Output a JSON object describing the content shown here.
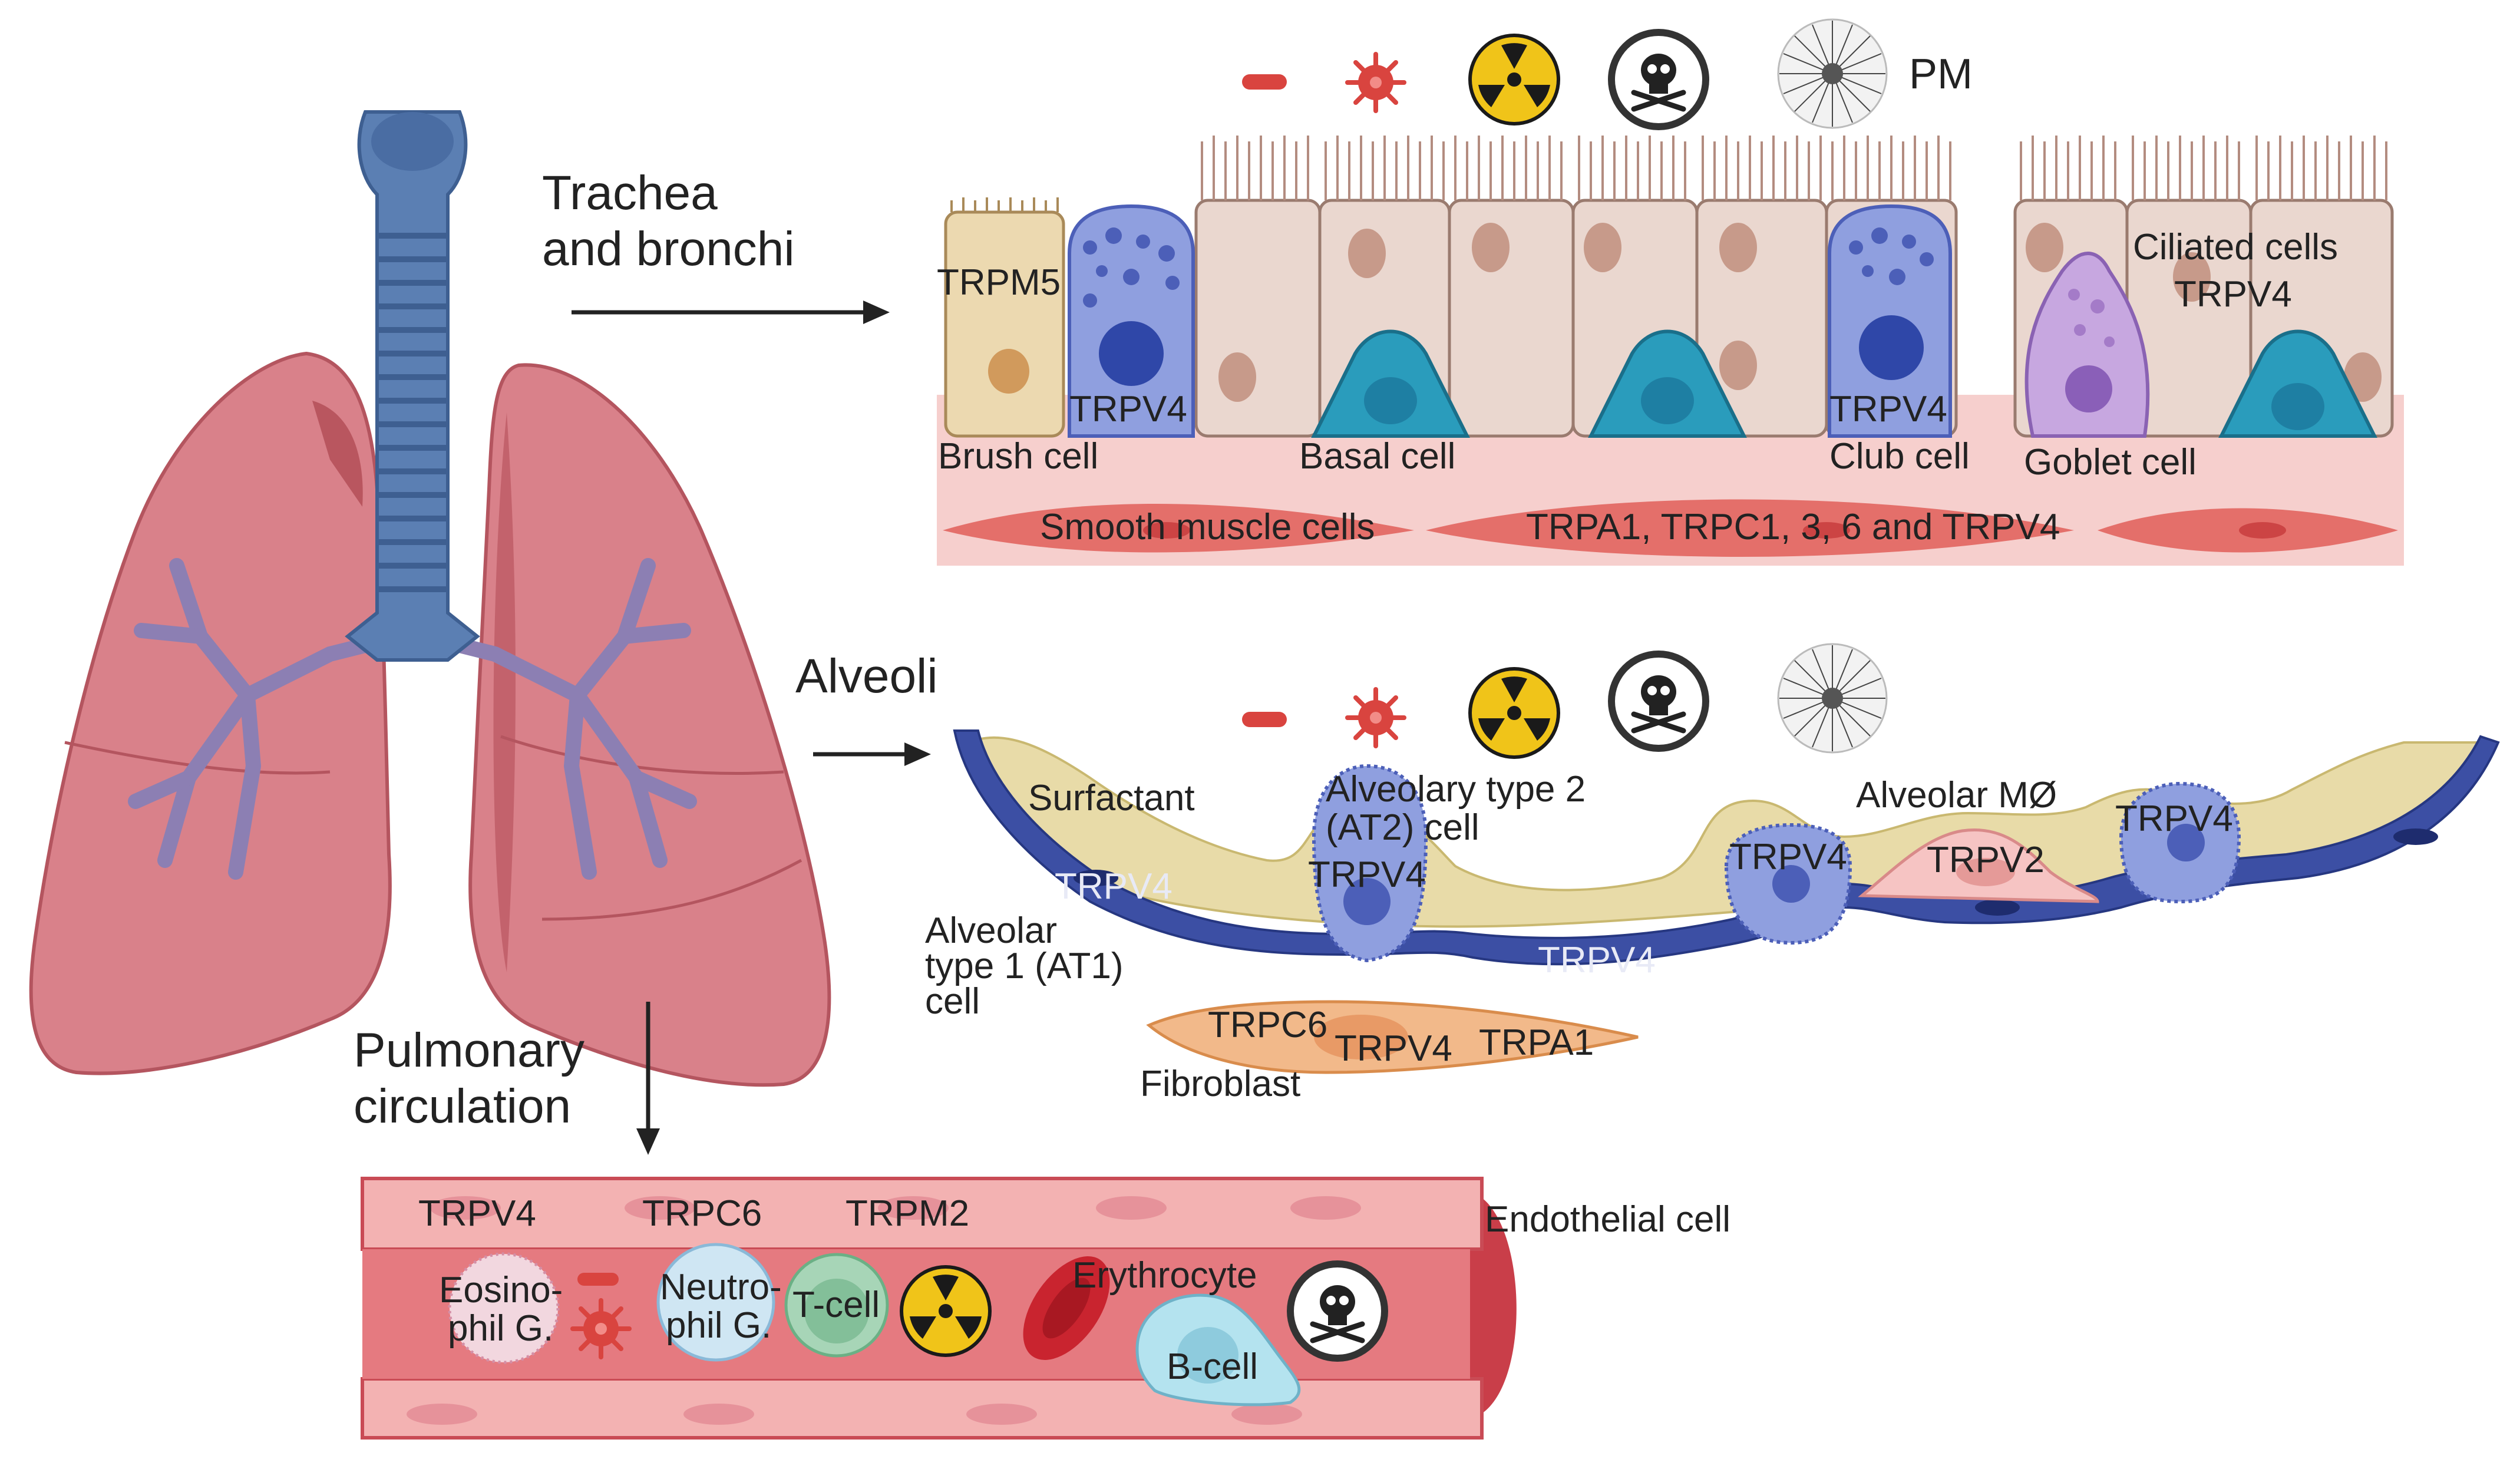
{
  "sections": {
    "trachea": "Trachea\nand bronchi",
    "alveoli": "Alveoli",
    "pulmonary": "Pulmonary\ncirculation"
  },
  "icons_top": [
    "minus-icon",
    "virus-icon",
    "radiation-icon",
    "toxin-skull-icon",
    "particulate-matter-icon"
  ],
  "pm_label": "PM",
  "epithelium": {
    "trpm5": "TRPM5",
    "trpv4_brush": "TRPV4",
    "brush_cell": "Brush cell",
    "basal_cell": "Basal cell",
    "trpv4_club": "TRPV4",
    "club_cell": "Club cell",
    "goblet_cell": "Goblet cell",
    "ciliated_cells": "Ciliated cells",
    "trpv4_ciliated": "TRPV4",
    "smooth_muscle": "Smooth muscle cells",
    "smooth_muscle_channels": "TRPA1, TRPC1, 3, 6 and TRPV4"
  },
  "alveolar": {
    "surfactant": "Surfactant",
    "at2": "Alveolary type 2\n(AT2) cell",
    "macrophage": "Alveolar MØ",
    "trpv4_at1_left": "TRPV4",
    "trpv4_at2_1": "TRPV4",
    "trpv4_at2_2": "TRPV4",
    "trpv2": "TRPV2",
    "trpv4_at2_3": "TRPV4",
    "trpv4_at1_mid": "TRPV4",
    "at1": "Alveolar\ntype 1 (AT1)\ncell",
    "trpc6": "TRPC6",
    "trpv4_fib": "TRPV4",
    "trpa1": "TRPA1",
    "fibroblast": "Fibroblast"
  },
  "vessel": {
    "trpv4": "TRPV4",
    "trpc6": "TRPC6",
    "trpm2": "TRPM2",
    "endothelial": "Endothelial cell",
    "eosinophil": "Eosino-\nphil G.",
    "neutrophil": "Neutro-\nphil G.",
    "tcell": "T-cell",
    "erythrocyte": "Erythrocyte",
    "bcell": "B-cell"
  },
  "colors": {
    "lung": "#d9818a",
    "trachea": "#5b7fb3",
    "epithelium": "#ead7cf",
    "basal": "#2a9cbc",
    "club": "#6b82d6",
    "goblet": "#b592d4",
    "smooth_muscle": "#e46f6a",
    "at1": "#3c4fa4",
    "surfactant": "#e8dba8",
    "fibroblast": "#f2b98a",
    "vessel": "#d84e58",
    "radiation": "#f0c419",
    "virus": "#d9443f"
  }
}
